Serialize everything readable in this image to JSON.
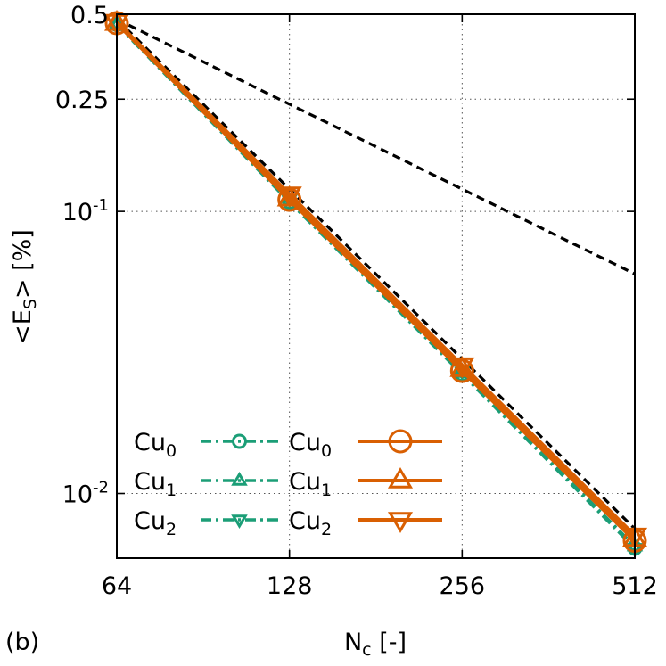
{
  "chart_data": {
    "type": "line",
    "panel_label": "(b)",
    "xlabel": {
      "main": "N",
      "sub": "c",
      "tail": " [-]"
    },
    "ylabel": {
      "head": "<E",
      "sub": "S",
      "tail": "> [%]"
    },
    "x_scale": "log2",
    "y_scale": "log10",
    "xlim": [
      64,
      512
    ],
    "ylim": [
      0.0059,
      0.5
    ],
    "grid": true,
    "legend_position": "bottom-left",
    "x_ticks": [
      {
        "value": 64,
        "label": "64"
      },
      {
        "value": 128,
        "label": "128"
      },
      {
        "value": 256,
        "label": "256"
      },
      {
        "value": 512,
        "label": "512"
      }
    ],
    "y_ticks": [
      {
        "value": 0.5,
        "head": "0.5",
        "sup": ""
      },
      {
        "value": 0.25,
        "head": "0.25",
        "sup": ""
      },
      {
        "value": 0.1,
        "head": "10",
        "sup": "-1"
      },
      {
        "value": 0.01,
        "head": "10",
        "sup": "-2"
      }
    ],
    "x": [
      64,
      128,
      256,
      512
    ],
    "series": [
      {
        "label_main": "Cu",
        "label_sub": "0",
        "color": "#1b9e77",
        "style": "dashdot",
        "marker": "circle",
        "values": [
          0.46,
          0.108,
          0.0265,
          0.0064
        ]
      },
      {
        "label_main": "Cu",
        "label_sub": "1",
        "color": "#1b9e77",
        "style": "dashdot",
        "marker": "triangle-up",
        "values": [
          0.46,
          0.109,
          0.0268,
          0.0065
        ]
      },
      {
        "label_main": "Cu",
        "label_sub": "2",
        "color": "#1b9e77",
        "style": "dashdot",
        "marker": "triangle-down",
        "values": [
          0.46,
          0.11,
          0.027,
          0.0064
        ]
      },
      {
        "label_main": "Cu",
        "label_sub": "0",
        "color": "#d95f02",
        "style": "solid",
        "marker": "circle",
        "values": [
          0.465,
          0.11,
          0.0272,
          0.0068
        ]
      },
      {
        "label_main": "Cu",
        "label_sub": "1",
        "color": "#d95f02",
        "style": "solid",
        "marker": "triangle-up",
        "values": [
          0.465,
          0.111,
          0.0276,
          0.0069
        ]
      },
      {
        "label_main": "Cu",
        "label_sub": "2",
        "color": "#d95f02",
        "style": "solid",
        "marker": "triangle-down",
        "values": [
          0.47,
          0.115,
          0.0285,
          0.0071
        ]
      }
    ],
    "reference_lines": [
      {
        "style": "dashed",
        "color": "#000000",
        "x": [
          64,
          512
        ],
        "values": [
          0.48,
          0.06
        ]
      },
      {
        "style": "dashed",
        "color": "#000000",
        "x": [
          64,
          512
        ],
        "values": [
          0.48,
          0.0075
        ]
      }
    ]
  }
}
